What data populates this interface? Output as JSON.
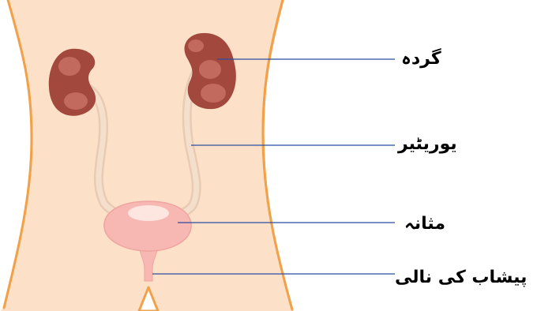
{
  "colors": {
    "skin": "#FCE1C8",
    "outline": "#F2A14B",
    "kidney": "#A3483D",
    "kidney_highlight": "#C9746A",
    "ureter": "#EED6C2",
    "bladder": "#F7B7B2",
    "bladder_highlight": "#FDE5E0",
    "leader_line": "#2B4CA0",
    "label_text": "#000000"
  },
  "labels": {
    "kidney": "گردہ",
    "ureter": "یوریٹیر",
    "bladder": "مثانہ",
    "urethra": "پیشاب کی نالی"
  }
}
